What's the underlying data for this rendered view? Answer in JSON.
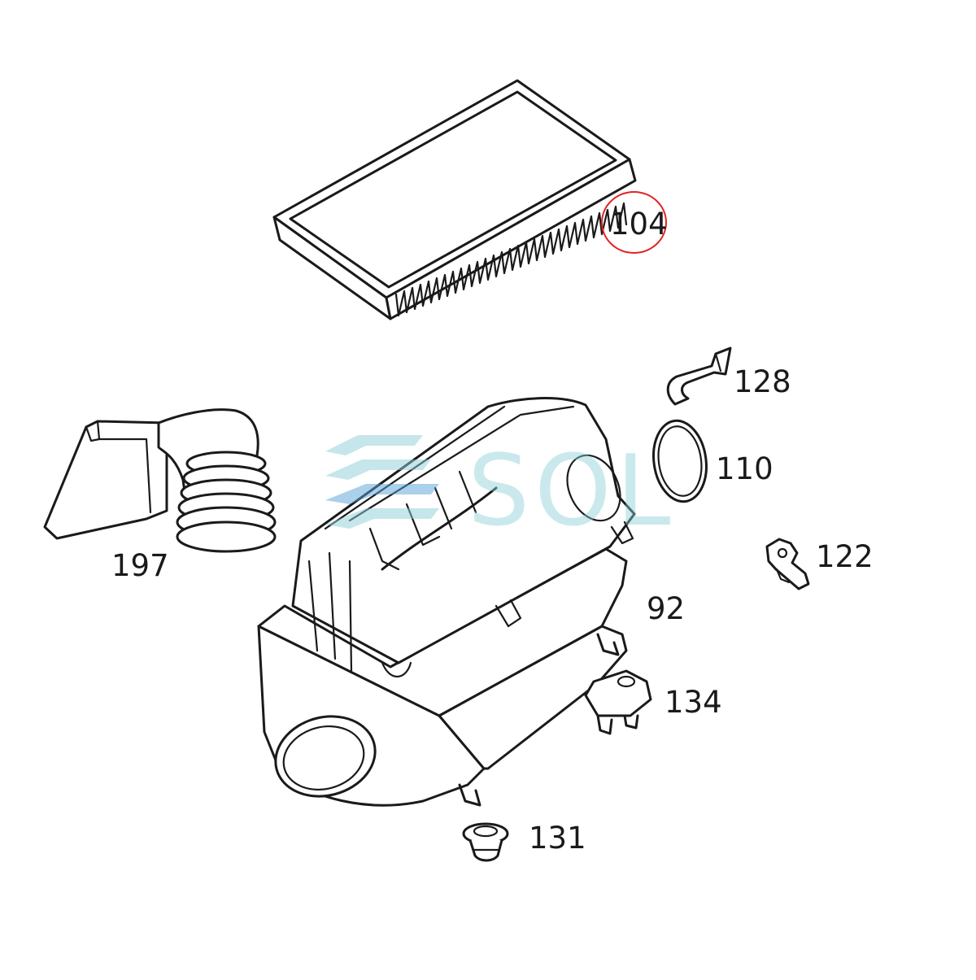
{
  "diagram": {
    "parts": [
      {
        "id": "104",
        "label": "104",
        "name": "air-filter-element",
        "highlighted": true
      },
      {
        "id": "128",
        "label": "128",
        "name": "clip"
      },
      {
        "id": "110",
        "label": "110",
        "name": "seal-ring"
      },
      {
        "id": "197",
        "label": "197",
        "name": "intake-hose"
      },
      {
        "id": "122",
        "label": "122",
        "name": "clamp"
      },
      {
        "id": "92",
        "label": "92",
        "name": "air-cleaner-housing"
      },
      {
        "id": "134",
        "label": "134",
        "name": "mounting-bracket"
      },
      {
        "id": "131",
        "label": "131",
        "name": "rubber-grommet"
      }
    ],
    "highlight_color": "#e02424",
    "watermark": {
      "text": "SOL",
      "color": "#8ccfd6"
    }
  }
}
